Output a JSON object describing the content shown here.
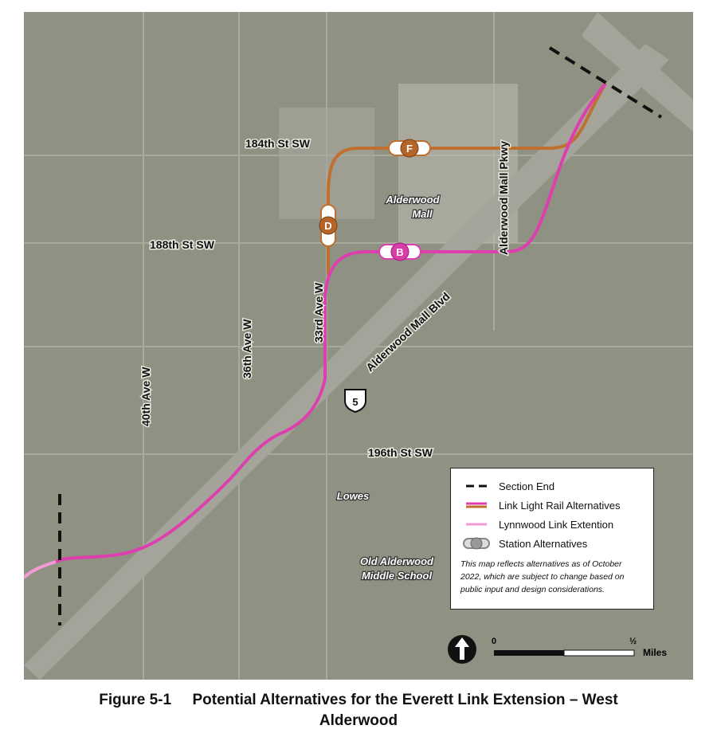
{
  "map": {
    "streets": [
      "184th St SW",
      "188th St SW",
      "196th St SW",
      "40th Ave W",
      "36th Ave W",
      "33rd Ave W",
      "Alderwood Mall Blvd",
      "Alderwood Mall Pkwy"
    ],
    "places": [
      "Alderwood",
      "Mall",
      "Lowes",
      "Old Alderwood",
      "Middle School"
    ],
    "highway_shield": "5",
    "stations": [
      {
        "letter": "F",
        "color": "#b5652a"
      },
      {
        "letter": "D",
        "color": "#b5652a"
      },
      {
        "letter": "B",
        "color": "#d63fa8"
      }
    ],
    "colors": {
      "orange_alignment": "#c0702e",
      "pink_alignment": "#de3fae",
      "lynnwood": "#f29ad6"
    }
  },
  "legend": {
    "items": [
      "Section End",
      "Link Light Rail Alternatives",
      "Lynnwood Link Extention",
      "Station Alternatives"
    ],
    "note": "This map reflects alternatives as of October 2022, which are subject to change based on public input and design considerations."
  },
  "scale": {
    "start": "0",
    "end": "½",
    "unit": "Miles"
  },
  "caption": {
    "line1": "Figure 5-1     Potential Alternatives for the Everett Link Extension – West",
    "line2": "Alderwood"
  }
}
